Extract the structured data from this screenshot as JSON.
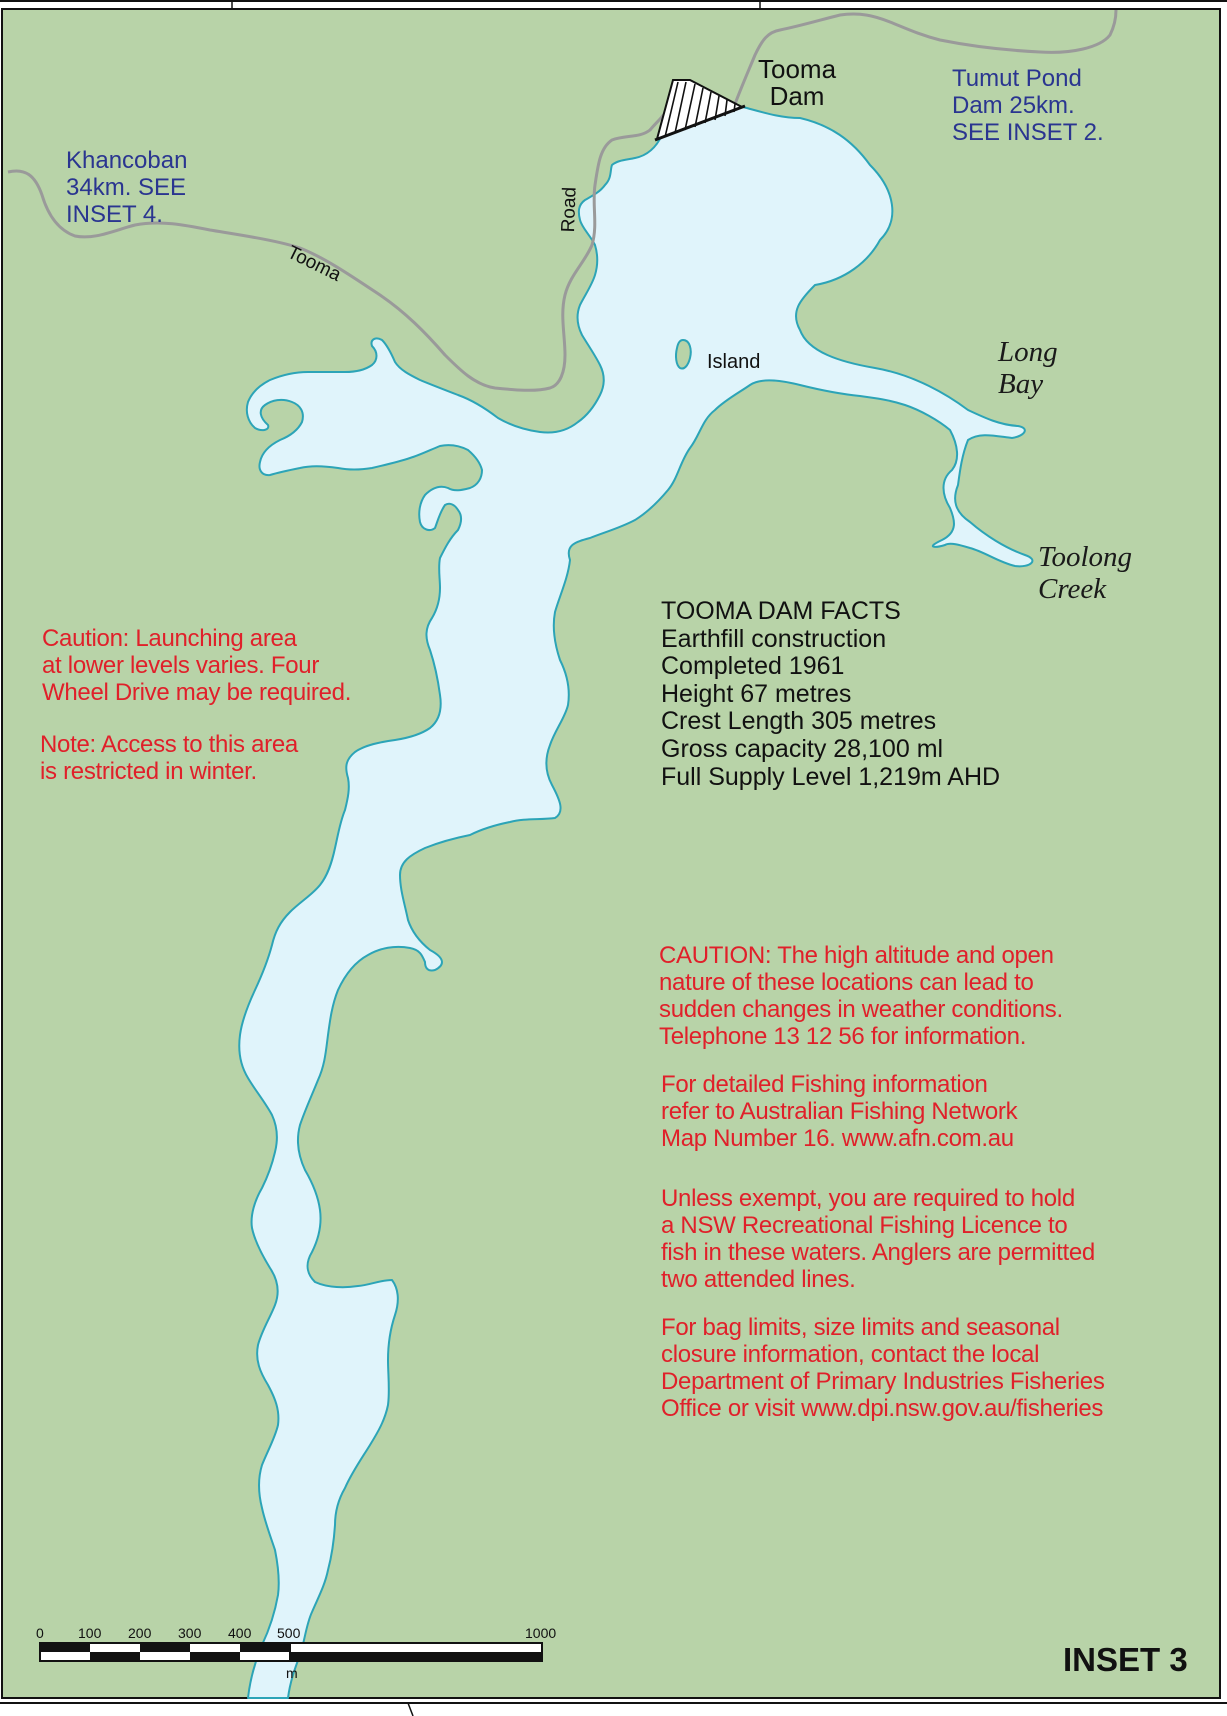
{
  "colors": {
    "land": "#b8d3a8",
    "water": "#e0f4fb",
    "shore": "#2ca4b7",
    "road": "#9a9a9a",
    "blue_text": "#2a3590",
    "red_text": "#e0202a"
  },
  "map": {
    "inset_label": "INSET 3",
    "dam_name": "Tooma\nDam",
    "road_label_1": "Tooma",
    "road_label_2": "Road",
    "island": "Island",
    "long_bay": "Long\nBay",
    "toolong_creek": "Toolong\nCreek",
    "khancoban": "Khancoban\n34km. SEE\nINSET 4.",
    "tumut": "Tumut Pond\nDam 25km.\nSEE INSET 2."
  },
  "facts": {
    "title": "TOOMA DAM FACTS",
    "lines": [
      "Earthfill construction",
      "Completed 1961",
      "Height 67 metres",
      "Crest Length 305 metres",
      "Gross capacity 28,100 ml",
      "Full Supply Level 1,219m AHD"
    ]
  },
  "notes": {
    "launch_caution": "Caution: Launching area\nat lower levels varies. Four\nWheel Drive may be required.",
    "access_note": "Note: Access to this area\nis restricted in winter.",
    "weather_caution": "CAUTION: The high altitude and open\nnature of these locations can lead to\nsudden changes in weather conditions.\nTelephone 13 12 56 for information.",
    "fishing_info": "For detailed Fishing information\nrefer to Australian Fishing Network\nMap Number 16. www.afn.com.au",
    "licence": "Unless exempt, you are required to hold\na NSW Recreational Fishing Licence to\nfish in these waters. Anglers are permitted\ntwo attended lines.",
    "bag_limits": "For bag limits, size limits and seasonal\nclosure information, contact the local\nDepartment of Primary Industries Fisheries\nOffice or visit www.dpi.nsw.gov.au/fisheries"
  },
  "scale": {
    "ticks": [
      "0",
      "100",
      "200",
      "300",
      "400",
      "500",
      "1000"
    ],
    "unit": "m"
  }
}
